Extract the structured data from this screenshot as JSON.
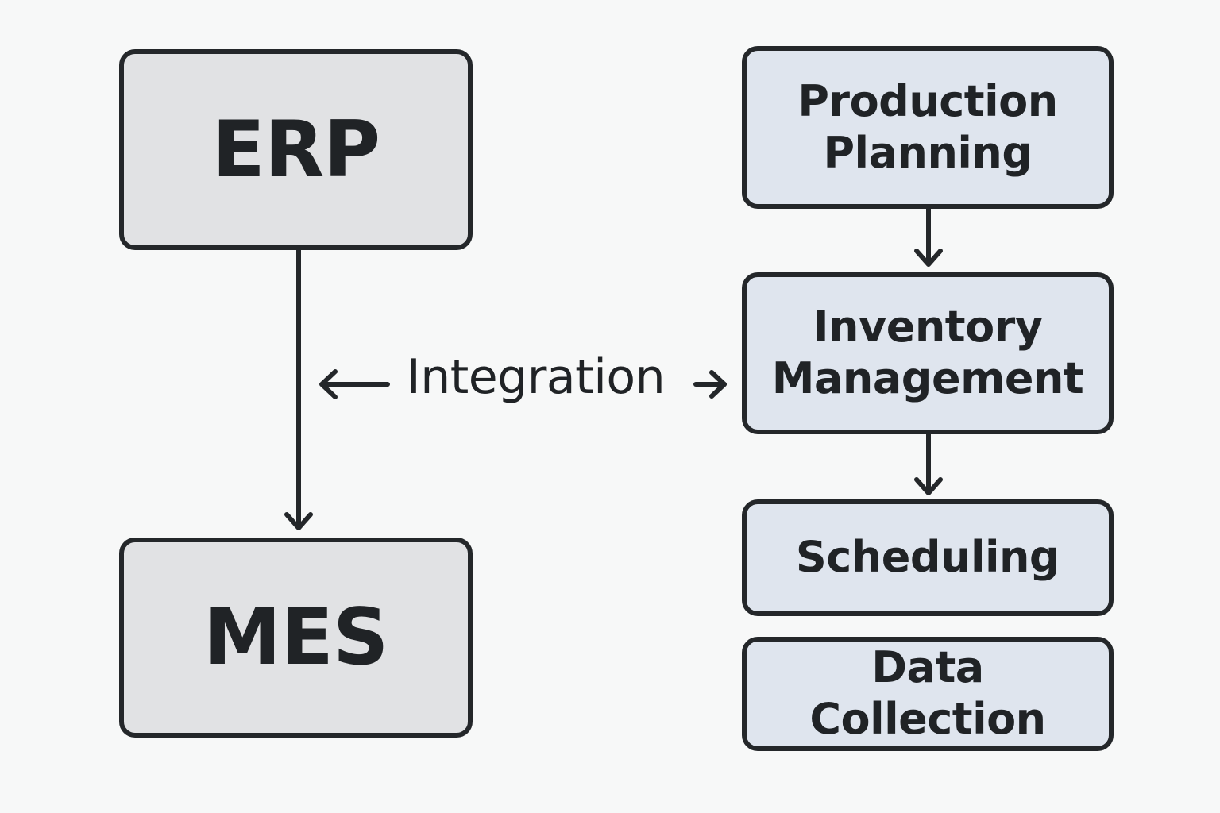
{
  "diagram": {
    "nodes": {
      "erp": {
        "label": "ERP",
        "fill": "#e1e2e4"
      },
      "mes": {
        "label": "MES",
        "fill": "#e1e2e4"
      },
      "production_planning": {
        "label_lines": [
          "Production",
          "Planning"
        ],
        "fill": "#dfe5ee"
      },
      "inventory_management": {
        "label_lines": [
          "Inventory",
          "Management"
        ],
        "fill": "#dfe5ee"
      },
      "scheduling": {
        "label": "Scheduling",
        "fill": "#dfe5ee"
      },
      "data_collection": {
        "label": "Data Collection",
        "fill": "#dfe5ee"
      }
    },
    "edges": [
      {
        "from": "ERP",
        "to": "MES",
        "type": "arrow-down"
      },
      {
        "from": "Production Planning",
        "to": "Inventory Management",
        "type": "arrow-down"
      },
      {
        "from": "Inventory Management",
        "to": "Scheduling",
        "type": "arrow-down"
      },
      {
        "from": "ERP-MES link",
        "to": "Inventory Management",
        "type": "bidirectional",
        "label": "Integration"
      }
    ],
    "integration_label": "Integration",
    "colors": {
      "background": "#f7f8f8",
      "stroke": "#24272a",
      "text": "#202326"
    }
  }
}
